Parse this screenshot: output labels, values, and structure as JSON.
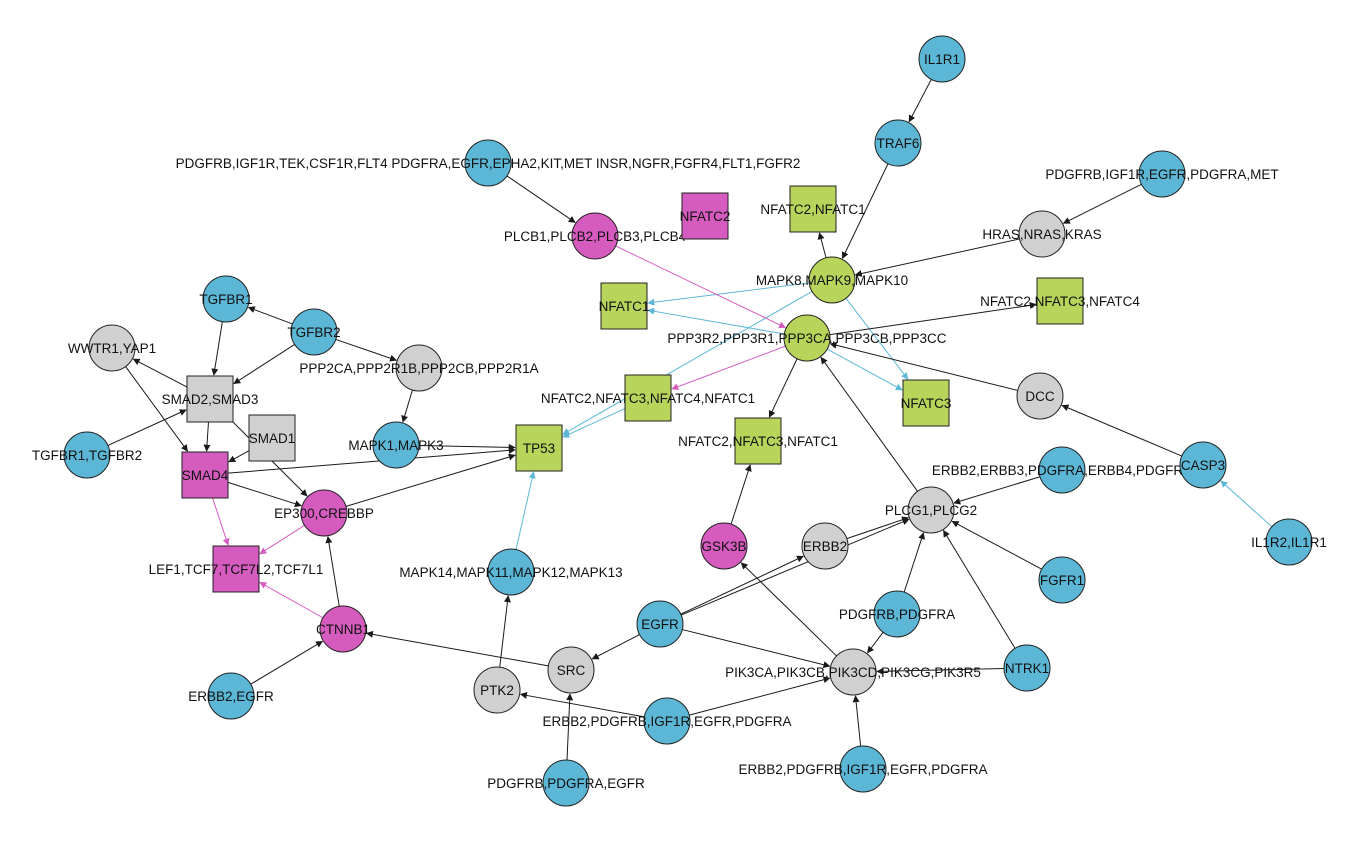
{
  "colors": {
    "blue": "#5bb7d5",
    "gray": "#d0d0d0",
    "magenta": "#d65bbf",
    "green": "#b8d45a",
    "edge_black": "#1a1a1a",
    "edge_blue": "#5bb7d5",
    "edge_pink": "#d65bbf"
  },
  "nodes": [
    {
      "id": "n_il1r1",
      "label": "IL1R1",
      "shape": "circle",
      "color": "blue"
    },
    {
      "id": "n_traf6",
      "label": "TRAF6",
      "shape": "circle",
      "color": "blue"
    },
    {
      "id": "n_rtk1",
      "label": "PDGFRB,IGF1R,TEK,CSF1R,FLT4 PDGFRA,EGFR,EPHA2,KIT,MET INSR,NGFR,FGFR4,FLT1,FGFR2",
      "shape": "circle",
      "color": "blue"
    },
    {
      "id": "n_rtk2",
      "label": "PDGFRB,IGF1R,EGFR,PDGFRA,MET",
      "shape": "circle",
      "color": "blue"
    },
    {
      "id": "n_plcb",
      "label": "PLCB1,PLCB2,PLCB3,PLCB4",
      "shape": "circle",
      "color": "magenta"
    },
    {
      "id": "n_nfatc2",
      "label": "NFATC2",
      "shape": "square",
      "color": "magenta"
    },
    {
      "id": "n_nfatc2c1",
      "label": "NFATC2,NFATC1",
      "shape": "square",
      "color": "green"
    },
    {
      "id": "n_ras",
      "label": "HRAS,NRAS,KRAS",
      "shape": "circle",
      "color": "gray"
    },
    {
      "id": "n_mapk8",
      "label": "MAPK8,MAPK9,MAPK10",
      "shape": "circle",
      "color": "green"
    },
    {
      "id": "n_nfatc1",
      "label": "NFATC1",
      "shape": "square",
      "color": "green"
    },
    {
      "id": "n_nfatc234",
      "label": "NFATC2,NFATC3,NFATC4",
      "shape": "square",
      "color": "green"
    },
    {
      "id": "n_ppp3",
      "label": "PPP3R2,PPP3R1,PPP3CA,PPP3CB,PPP3CC",
      "shape": "circle",
      "color": "green"
    },
    {
      "id": "n_tgfbr1",
      "label": "TGFBR1",
      "shape": "circle",
      "color": "blue"
    },
    {
      "id": "n_tgfbr2",
      "label": "TGFBR2",
      "shape": "circle",
      "color": "blue"
    },
    {
      "id": "n_wwtr1",
      "label": "WWTR1,YAP1",
      "shape": "circle",
      "color": "gray"
    },
    {
      "id": "n_ppp2",
      "label": "PPP2CA,PPP2R1B,PPP2CB,PPP2R1A",
      "shape": "circle",
      "color": "gray"
    },
    {
      "id": "n_smad23",
      "label": "SMAD2,SMAD3",
      "shape": "square",
      "color": "gray"
    },
    {
      "id": "n_nfatc2341",
      "label": "NFATC2,NFATC3,NFATC4,NFATC1",
      "shape": "square",
      "color": "green"
    },
    {
      "id": "n_nfatc3",
      "label": "NFATC3",
      "shape": "square",
      "color": "green"
    },
    {
      "id": "n_dcc",
      "label": "DCC",
      "shape": "circle",
      "color": "gray"
    },
    {
      "id": "n_smad1",
      "label": "SMAD1",
      "shape": "square",
      "color": "gray"
    },
    {
      "id": "n_mapk13",
      "label": "MAPK1,MAPK3",
      "shape": "circle",
      "color": "blue"
    },
    {
      "id": "n_tp53",
      "label": "TP53",
      "shape": "square",
      "color": "green"
    },
    {
      "id": "n_nfatc231",
      "label": "NFATC2,NFATC3,NFATC1",
      "shape": "square",
      "color": "green"
    },
    {
      "id": "n_tgfbr12",
      "label": "TGFBR1,TGFBR2",
      "shape": "circle",
      "color": "blue"
    },
    {
      "id": "n_smad4",
      "label": "SMAD4",
      "shape": "square",
      "color": "magenta"
    },
    {
      "id": "n_erbbs",
      "label": "ERBB2,ERBB3,PDGFRA,ERBB4,PDGFRB",
      "shape": "circle",
      "color": "blue"
    },
    {
      "id": "n_casp3",
      "label": "CASP3",
      "shape": "circle",
      "color": "blue"
    },
    {
      "id": "n_ep300",
      "label": "EP300,CREBBP",
      "shape": "circle",
      "color": "magenta"
    },
    {
      "id": "n_plcg",
      "label": "PLCG1,PLCG2",
      "shape": "circle",
      "color": "gray"
    },
    {
      "id": "n_gsk3b",
      "label": "GSK3B",
      "shape": "circle",
      "color": "magenta"
    },
    {
      "id": "n_erbb2",
      "label": "ERBB2",
      "shape": "circle",
      "color": "gray"
    },
    {
      "id": "n_il1r2",
      "label": "IL1R2,IL1R1",
      "shape": "circle",
      "color": "blue"
    },
    {
      "id": "n_lef1",
      "label": "LEF1,TCF7,TCF7L2,TCF7L1",
      "shape": "square",
      "color": "magenta"
    },
    {
      "id": "n_mapk14",
      "label": "MAPK14,MAPK11,MAPK12,MAPK13",
      "shape": "circle",
      "color": "blue"
    },
    {
      "id": "n_fgfr1",
      "label": "FGFR1",
      "shape": "circle",
      "color": "blue"
    },
    {
      "id": "n_pdgfrba",
      "label": "PDGFRB,PDGFRA",
      "shape": "circle",
      "color": "blue"
    },
    {
      "id": "n_egfr",
      "label": "EGFR",
      "shape": "circle",
      "color": "blue"
    },
    {
      "id": "n_ctnnb1",
      "label": "CTNNB1",
      "shape": "circle",
      "color": "magenta"
    },
    {
      "id": "n_src",
      "label": "SRC",
      "shape": "circle",
      "color": "gray"
    },
    {
      "id": "n_pik3",
      "label": "PIK3CA,PIK3CB,PIK3CD,PIK3CG,PIK3R5",
      "shape": "circle",
      "color": "gray"
    },
    {
      "id": "n_ntrk1",
      "label": "NTRK1",
      "shape": "circle",
      "color": "blue"
    },
    {
      "id": "n_ptk2",
      "label": "PTK2",
      "shape": "circle",
      "color": "gray"
    },
    {
      "id": "n_erbbmix1",
      "label": "ERBB2,PDGFRB,IGF1R,EGFR,PDGFRA",
      "shape": "circle",
      "color": "blue"
    },
    {
      "id": "n_erbb2egfr",
      "label": "ERBB2,EGFR",
      "shape": "circle",
      "color": "blue"
    },
    {
      "id": "n_pdgfrbae",
      "label": "PDGFRB,PDGFRA,EGFR",
      "shape": "circle",
      "color": "blue"
    },
    {
      "id": "n_erbbmix2",
      "label": "ERBB2,PDGFRB,IGF1R,EGFR,PDGFRA",
      "shape": "circle",
      "color": "blue"
    }
  ],
  "edges": [
    {
      "from": "n_il1r1",
      "to": "n_traf6",
      "color": "edge_black"
    },
    {
      "from": "n_traf6",
      "to": "n_mapk8",
      "color": "edge_black"
    },
    {
      "from": "n_rtk1",
      "to": "n_plcb",
      "color": "edge_black"
    },
    {
      "from": "n_rtk2",
      "to": "n_ras",
      "color": "edge_black"
    },
    {
      "from": "n_ras",
      "to": "n_mapk8",
      "color": "edge_black"
    },
    {
      "from": "n_mapk8",
      "to": "n_nfatc2c1",
      "color": "edge_black"
    },
    {
      "from": "n_mapk8",
      "to": "n_nfatc1",
      "color": "edge_blue"
    },
    {
      "from": "n_mapk8",
      "to": "n_nfatc3",
      "color": "edge_blue"
    },
    {
      "from": "n_mapk8",
      "to": "n_tp53",
      "color": "edge_blue"
    },
    {
      "from": "n_plcb",
      "to": "n_ppp3",
      "color": "edge_pink"
    },
    {
      "from": "n_ppp3",
      "to": "n_nfatc1",
      "color": "edge_blue"
    },
    {
      "from": "n_ppp3",
      "to": "n_nfatc234",
      "color": "edge_black"
    },
    {
      "from": "n_ppp3",
      "to": "n_nfatc2341",
      "color": "edge_pink"
    },
    {
      "from": "n_ppp3",
      "to": "n_nfatc3",
      "color": "edge_blue"
    },
    {
      "from": "n_ppp3",
      "to": "n_nfatc231",
      "color": "edge_black"
    },
    {
      "from": "n_dcc",
      "to": "n_ppp3",
      "color": "edge_black"
    },
    {
      "from": "n_plcg",
      "to": "n_ppp3",
      "color": "edge_black"
    },
    {
      "from": "n_casp3",
      "to": "n_dcc",
      "color": "edge_black"
    },
    {
      "from": "n_il1r2",
      "to": "n_casp3",
      "color": "edge_blue"
    },
    {
      "from": "n_tgfbr2",
      "to": "n_tgfbr1",
      "color": "edge_black"
    },
    {
      "from": "n_tgfbr2",
      "to": "n_smad23",
      "color": "edge_black"
    },
    {
      "from": "n_tgfbr2",
      "to": "n_ppp2",
      "color": "edge_black"
    },
    {
      "from": "n_tgfbr1",
      "to": "n_smad23",
      "color": "edge_black"
    },
    {
      "from": "n_smad23",
      "to": "n_wwtr1",
      "color": "edge_black"
    },
    {
      "from": "n_wwtr1",
      "to": "n_smad4",
      "color": "edge_black"
    },
    {
      "from": "n_smad23",
      "to": "n_smad4",
      "color": "edge_black"
    },
    {
      "from": "n_smad23",
      "to": "n_ep300",
      "color": "edge_black"
    },
    {
      "from": "n_tgfbr12",
      "to": "n_smad23",
      "color": "edge_black"
    },
    {
      "from": "n_smad1",
      "to": "n_smad4",
      "color": "edge_black"
    },
    {
      "from": "n_ppp2",
      "to": "n_mapk13",
      "color": "edge_black"
    },
    {
      "from": "n_mapk13",
      "to": "n_tp53",
      "color": "edge_black"
    },
    {
      "from": "n_smad4",
      "to": "n_tp53",
      "color": "edge_black"
    },
    {
      "from": "n_smad4",
      "to": "n_ep300",
      "color": "edge_black"
    },
    {
      "from": "n_smad4",
      "to": "n_lef1",
      "color": "edge_pink"
    },
    {
      "from": "n_ep300",
      "to": "n_tp53",
      "color": "edge_black"
    },
    {
      "from": "n_ep300",
      "to": "n_lef1",
      "color": "edge_pink"
    },
    {
      "from": "n_nfatc2341",
      "to": "n_tp53",
      "color": "edge_blue"
    },
    {
      "from": "n_mapk14",
      "to": "n_tp53",
      "color": "edge_blue"
    },
    {
      "from": "n_gsk3b",
      "to": "n_nfatc231",
      "color": "edge_black"
    },
    {
      "from": "n_ctnnb1",
      "to": "n_ep300",
      "color": "edge_black"
    },
    {
      "from": "n_ctnnb1",
      "to": "n_lef1",
      "color": "edge_pink"
    },
    {
      "from": "n_erbb2egfr",
      "to": "n_ctnnb1",
      "color": "edge_black"
    },
    {
      "from": "n_src",
      "to": "n_ctnnb1",
      "color": "edge_black"
    },
    {
      "from": "n_egfr",
      "to": "n_src",
      "color": "edge_black"
    },
    {
      "from": "n_egfr",
      "to": "n_erbb2",
      "color": "edge_black"
    },
    {
      "from": "n_egfr",
      "to": "n_plcg",
      "color": "edge_black"
    },
    {
      "from": "n_egfr",
      "to": "n_pik3",
      "color": "edge_black"
    },
    {
      "from": "n_erbb2",
      "to": "n_plcg",
      "color": "edge_black"
    },
    {
      "from": "n_erbbs",
      "to": "n_plcg",
      "color": "edge_black"
    },
    {
      "from": "n_fgfr1",
      "to": "n_plcg",
      "color": "edge_black"
    },
    {
      "from": "n_ntrk1",
      "to": "n_plcg",
      "color": "edge_black"
    },
    {
      "from": "n_ntrk1",
      "to": "n_pik3",
      "color": "edge_black"
    },
    {
      "from": "n_pdgfrba",
      "to": "n_plcg",
      "color": "edge_black"
    },
    {
      "from": "n_pdgfrba",
      "to": "n_pik3",
      "color": "edge_black"
    },
    {
      "from": "n_pik3",
      "to": "n_gsk3b",
      "color": "edge_black"
    },
    {
      "from": "n_ptk2",
      "to": "n_mapk14",
      "color": "edge_black"
    },
    {
      "from": "n_erbbmix1",
      "to": "n_ptk2",
      "color": "edge_black"
    },
    {
      "from": "n_erbbmix1",
      "to": "n_pik3",
      "color": "edge_black"
    },
    {
      "from": "n_pdgfrbae",
      "to": "n_src",
      "color": "edge_black"
    },
    {
      "from": "n_erbbmix2",
      "to": "n_pik3",
      "color": "edge_black"
    }
  ]
}
